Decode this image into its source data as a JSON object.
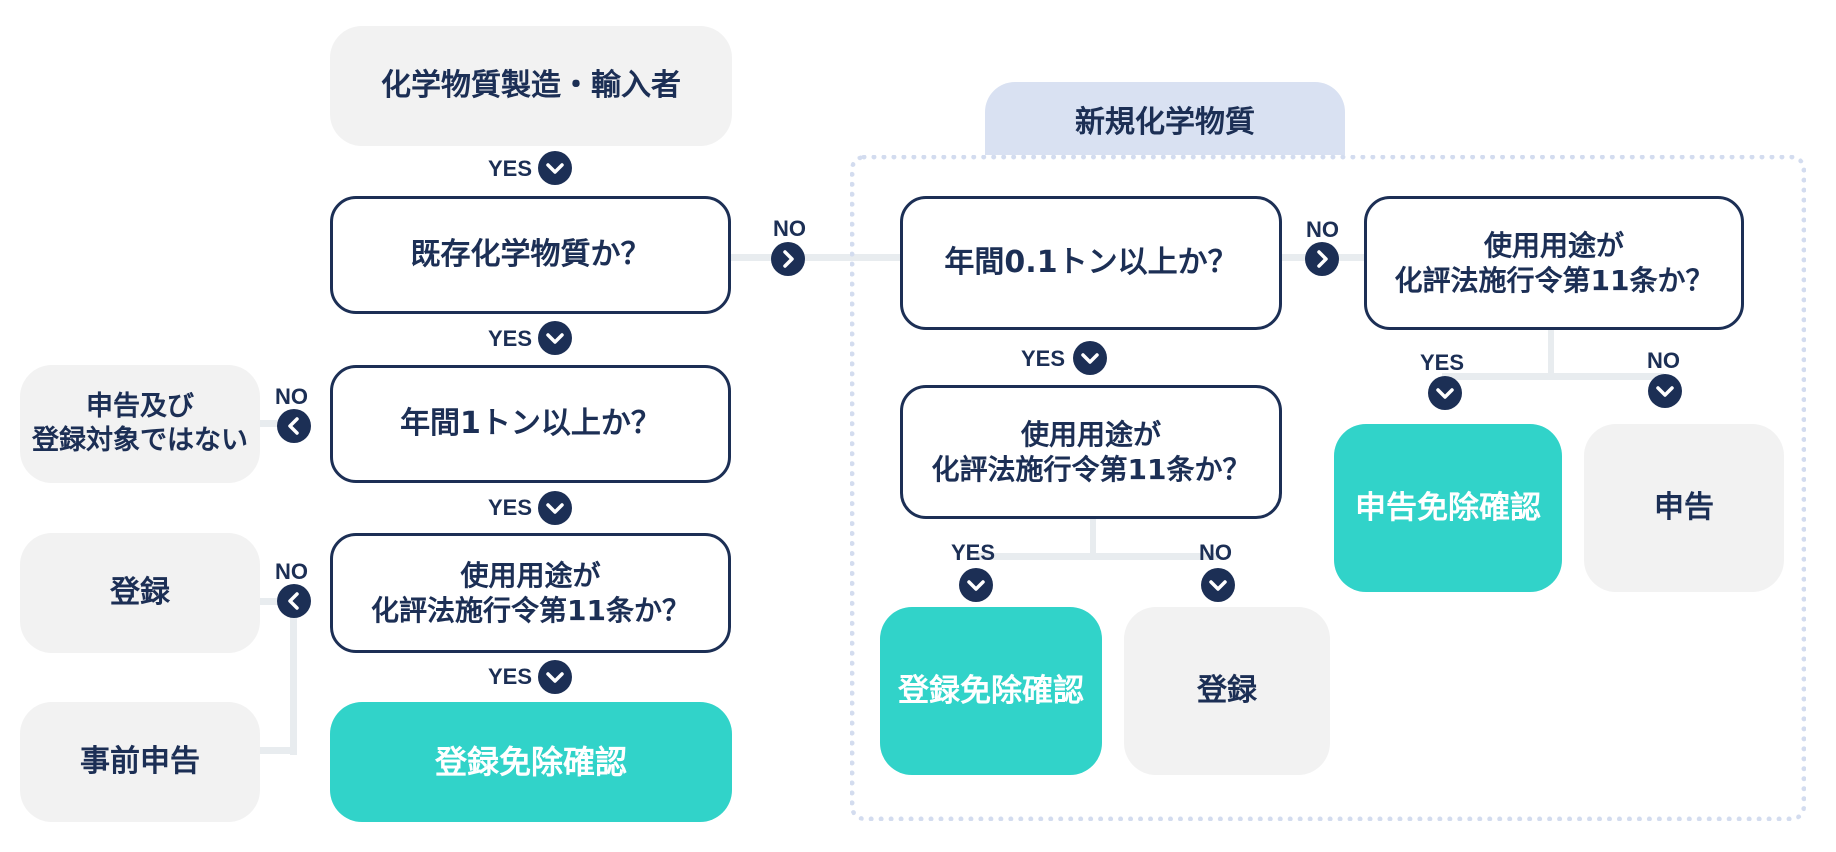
{
  "left": {
    "start": "化学物質製造・輸入者",
    "q1": "既存化学物質か？",
    "q2": "年間1トン以上か？",
    "q3": "使用用途が\n化評法施行令第11条か？",
    "result_exempt": "登録免除確認",
    "out_not_target": "申告及び\n登録対象ではない",
    "out_register": "登録",
    "out_prior": "事前申告"
  },
  "right": {
    "group_label": "新規化学物質",
    "q1": "年間0.1トン以上か？",
    "q2": "使用用途が\n化評法施行令第11条か？",
    "q3": "使用用途が\n化評法施行令第11条か？",
    "result_reg_exempt": "登録免除確認",
    "result_register": "登録",
    "result_decl_exempt": "申告免除確認",
    "result_declare": "申告"
  },
  "labels": {
    "yes": "YES",
    "no": "NO"
  },
  "colors": {
    "navy": "#1c2f55",
    "teal": "#31d3c9",
    "grey_box": "#f2f2f2",
    "group_tab": "#d9e1f2",
    "dotted_border": "#d3dcef",
    "connector": "#e8ecef"
  },
  "icons": {
    "down": "chevron-down-icon",
    "right": "chevron-right-icon",
    "left": "chevron-left-icon"
  }
}
